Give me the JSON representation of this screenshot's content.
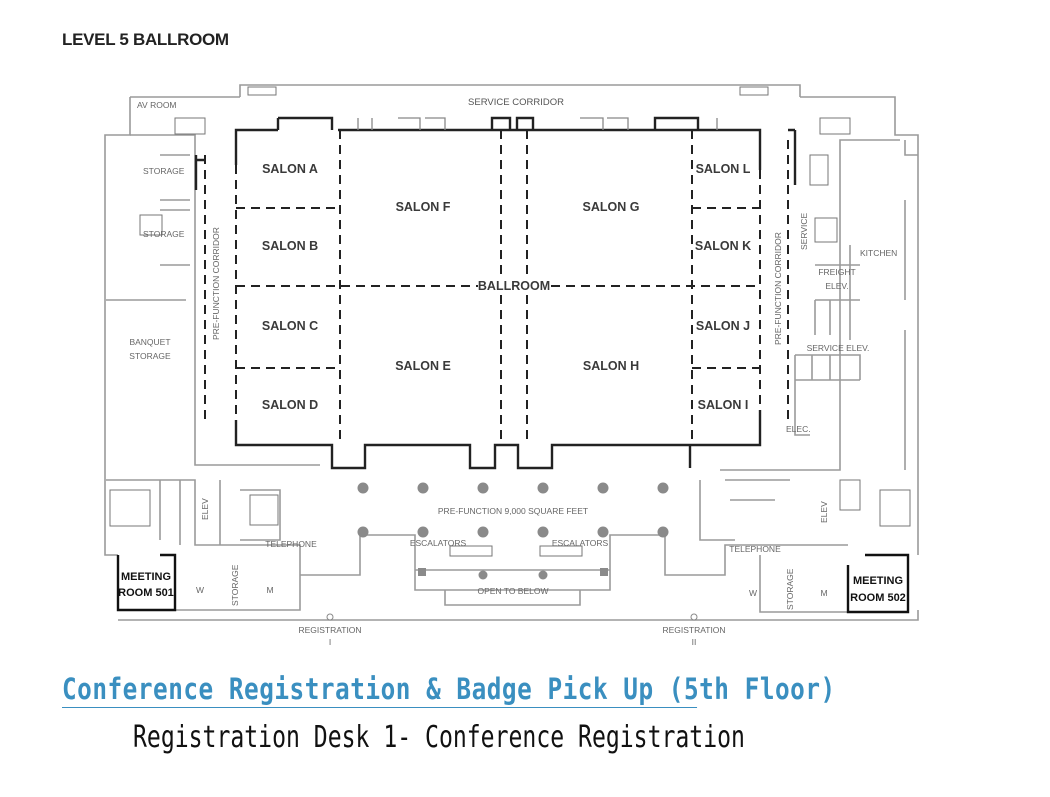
{
  "title": "LEVEL 5 BALLROOM",
  "rooms": {
    "service_corridor_top": "SERVICE CORRIDOR",
    "av_room": "AV ROOM",
    "storage_1": "STORAGE",
    "storage_2": "STORAGE",
    "banquet_storage_1": "BANQUET",
    "banquet_storage_2": "STORAGE",
    "pre_function_corridor_left": "PRE-FUNCTION CORRIDOR",
    "pre_function_corridor_right": "PRE-FUNCTION CORRIDOR",
    "salon_a": "SALON A",
    "salon_b": "SALON B",
    "salon_c": "SALON C",
    "salon_d": "SALON D",
    "salon_e": "SALON E",
    "salon_f": "SALON F",
    "salon_g": "SALON G",
    "salon_h": "SALON H",
    "salon_i": "SALON  I",
    "salon_j": "SALON J",
    "salon_k": "SALON K",
    "salon_l": "SALON L",
    "ballroom": "BALLROOM",
    "service_vertical": "SERVICE",
    "kitchen": "KITCHEN",
    "freight_elev_1": "FREIGHT",
    "freight_elev_2": "ELEV.",
    "service_elev": "SERVICE ELEV.",
    "elec": "ELEC.",
    "pre_function_area": "PRE-FUNCTION 9,000 SQUARE FEET",
    "escalators_left": "ESCALATORS",
    "escalators_right": "ESCALATORS",
    "open_to_below": "OPEN TO BELOW",
    "elev_left": "ELEV",
    "elev_right": "ELEV",
    "telephone_left": "TELEPHONE",
    "telephone_right": "TELEPHONE",
    "meeting_501_1": "MEETING",
    "meeting_501_2": "ROOM 501",
    "meeting_502_1": "MEETING",
    "meeting_502_2": "ROOM 502",
    "w_left": "W",
    "m_left": "M",
    "storage_left_small": "STORAGE",
    "w_right": "W",
    "m_right": "M",
    "storage_right_small": "STORAGE",
    "registration_1": "REGISTRATION",
    "registration_1_num": "I",
    "registration_2": "REGISTRATION",
    "registration_2_num": "II"
  },
  "headline": "Conference Registration & Badge Pick Up (5th Floor)",
  "subline": "Registration Desk 1- Conference Registration",
  "colors": {
    "headline": "#3a8fc0",
    "walls": "#999999",
    "ballroom_walls": "#222222"
  }
}
